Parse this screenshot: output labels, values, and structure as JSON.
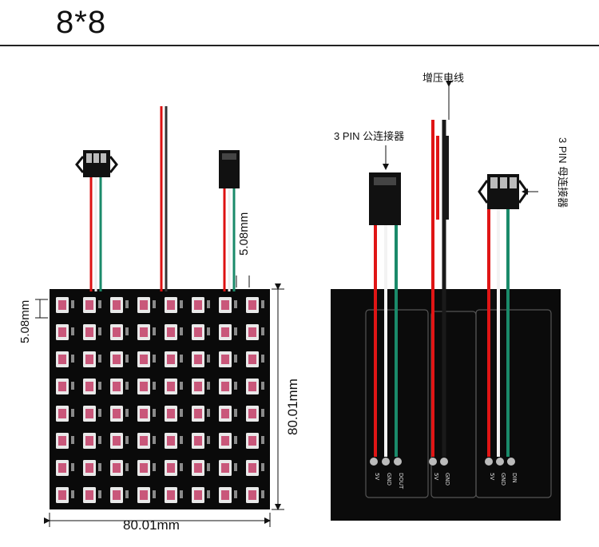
{
  "title": "8*8",
  "dims": {
    "width": "80.01mm",
    "height": "80.01mm",
    "pitch_h": "5.08mm",
    "pitch_v": "5.08mm"
  },
  "labels": {
    "boost_wire": "增压电线",
    "male_connector": "3 PIN 公连接器",
    "female_connector": "3 PIN 母连接器"
  },
  "pads": {
    "left": [
      "5V",
      "GND",
      "DOUT"
    ],
    "middle": [
      "5V",
      "GND"
    ],
    "right": [
      "5V",
      "GND",
      "DIN"
    ]
  },
  "matrix": {
    "rows": 8,
    "cols": 8
  }
}
